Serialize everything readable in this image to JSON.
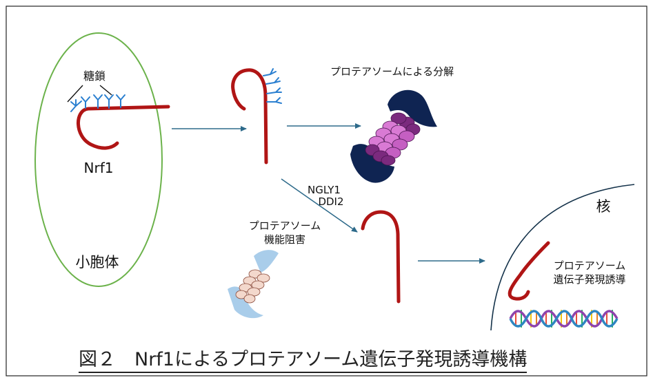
{
  "labels": {
    "sugar_chain": "糖鎖",
    "nrf1": "Nrf1",
    "er": "小胞体",
    "proteasome_degradation": "プロテアソームによる分解",
    "ngly1": "NGLY1",
    "ddi2": "DDI2",
    "proteasome_inhibition_1": "プロテアソーム",
    "proteasome_inhibition_2": "機能阻害",
    "nucleus": "核",
    "gene_induction_1": "プロテアソーム",
    "gene_induction_2": "遺伝子発現誘導"
  },
  "caption": "図２　Nrf1によるプロテアソーム遺伝子発現誘導機構",
  "colors": {
    "protein": "#b01515",
    "glycan": "#2a7fd0",
    "er_outline": "#6bb24a",
    "nucleus_outline": "#14324a",
    "arrow": "#2d6a8a",
    "proteasome_cap": "#0f2452",
    "proteasome_core_dark": "#7b2a7e",
    "proteasome_core_light": "#d97ad4",
    "inhibited_proteasome": "#a9cdea",
    "dna_strand_a": "#8e44ad",
    "dna_strand_b": "#2e86c1"
  }
}
